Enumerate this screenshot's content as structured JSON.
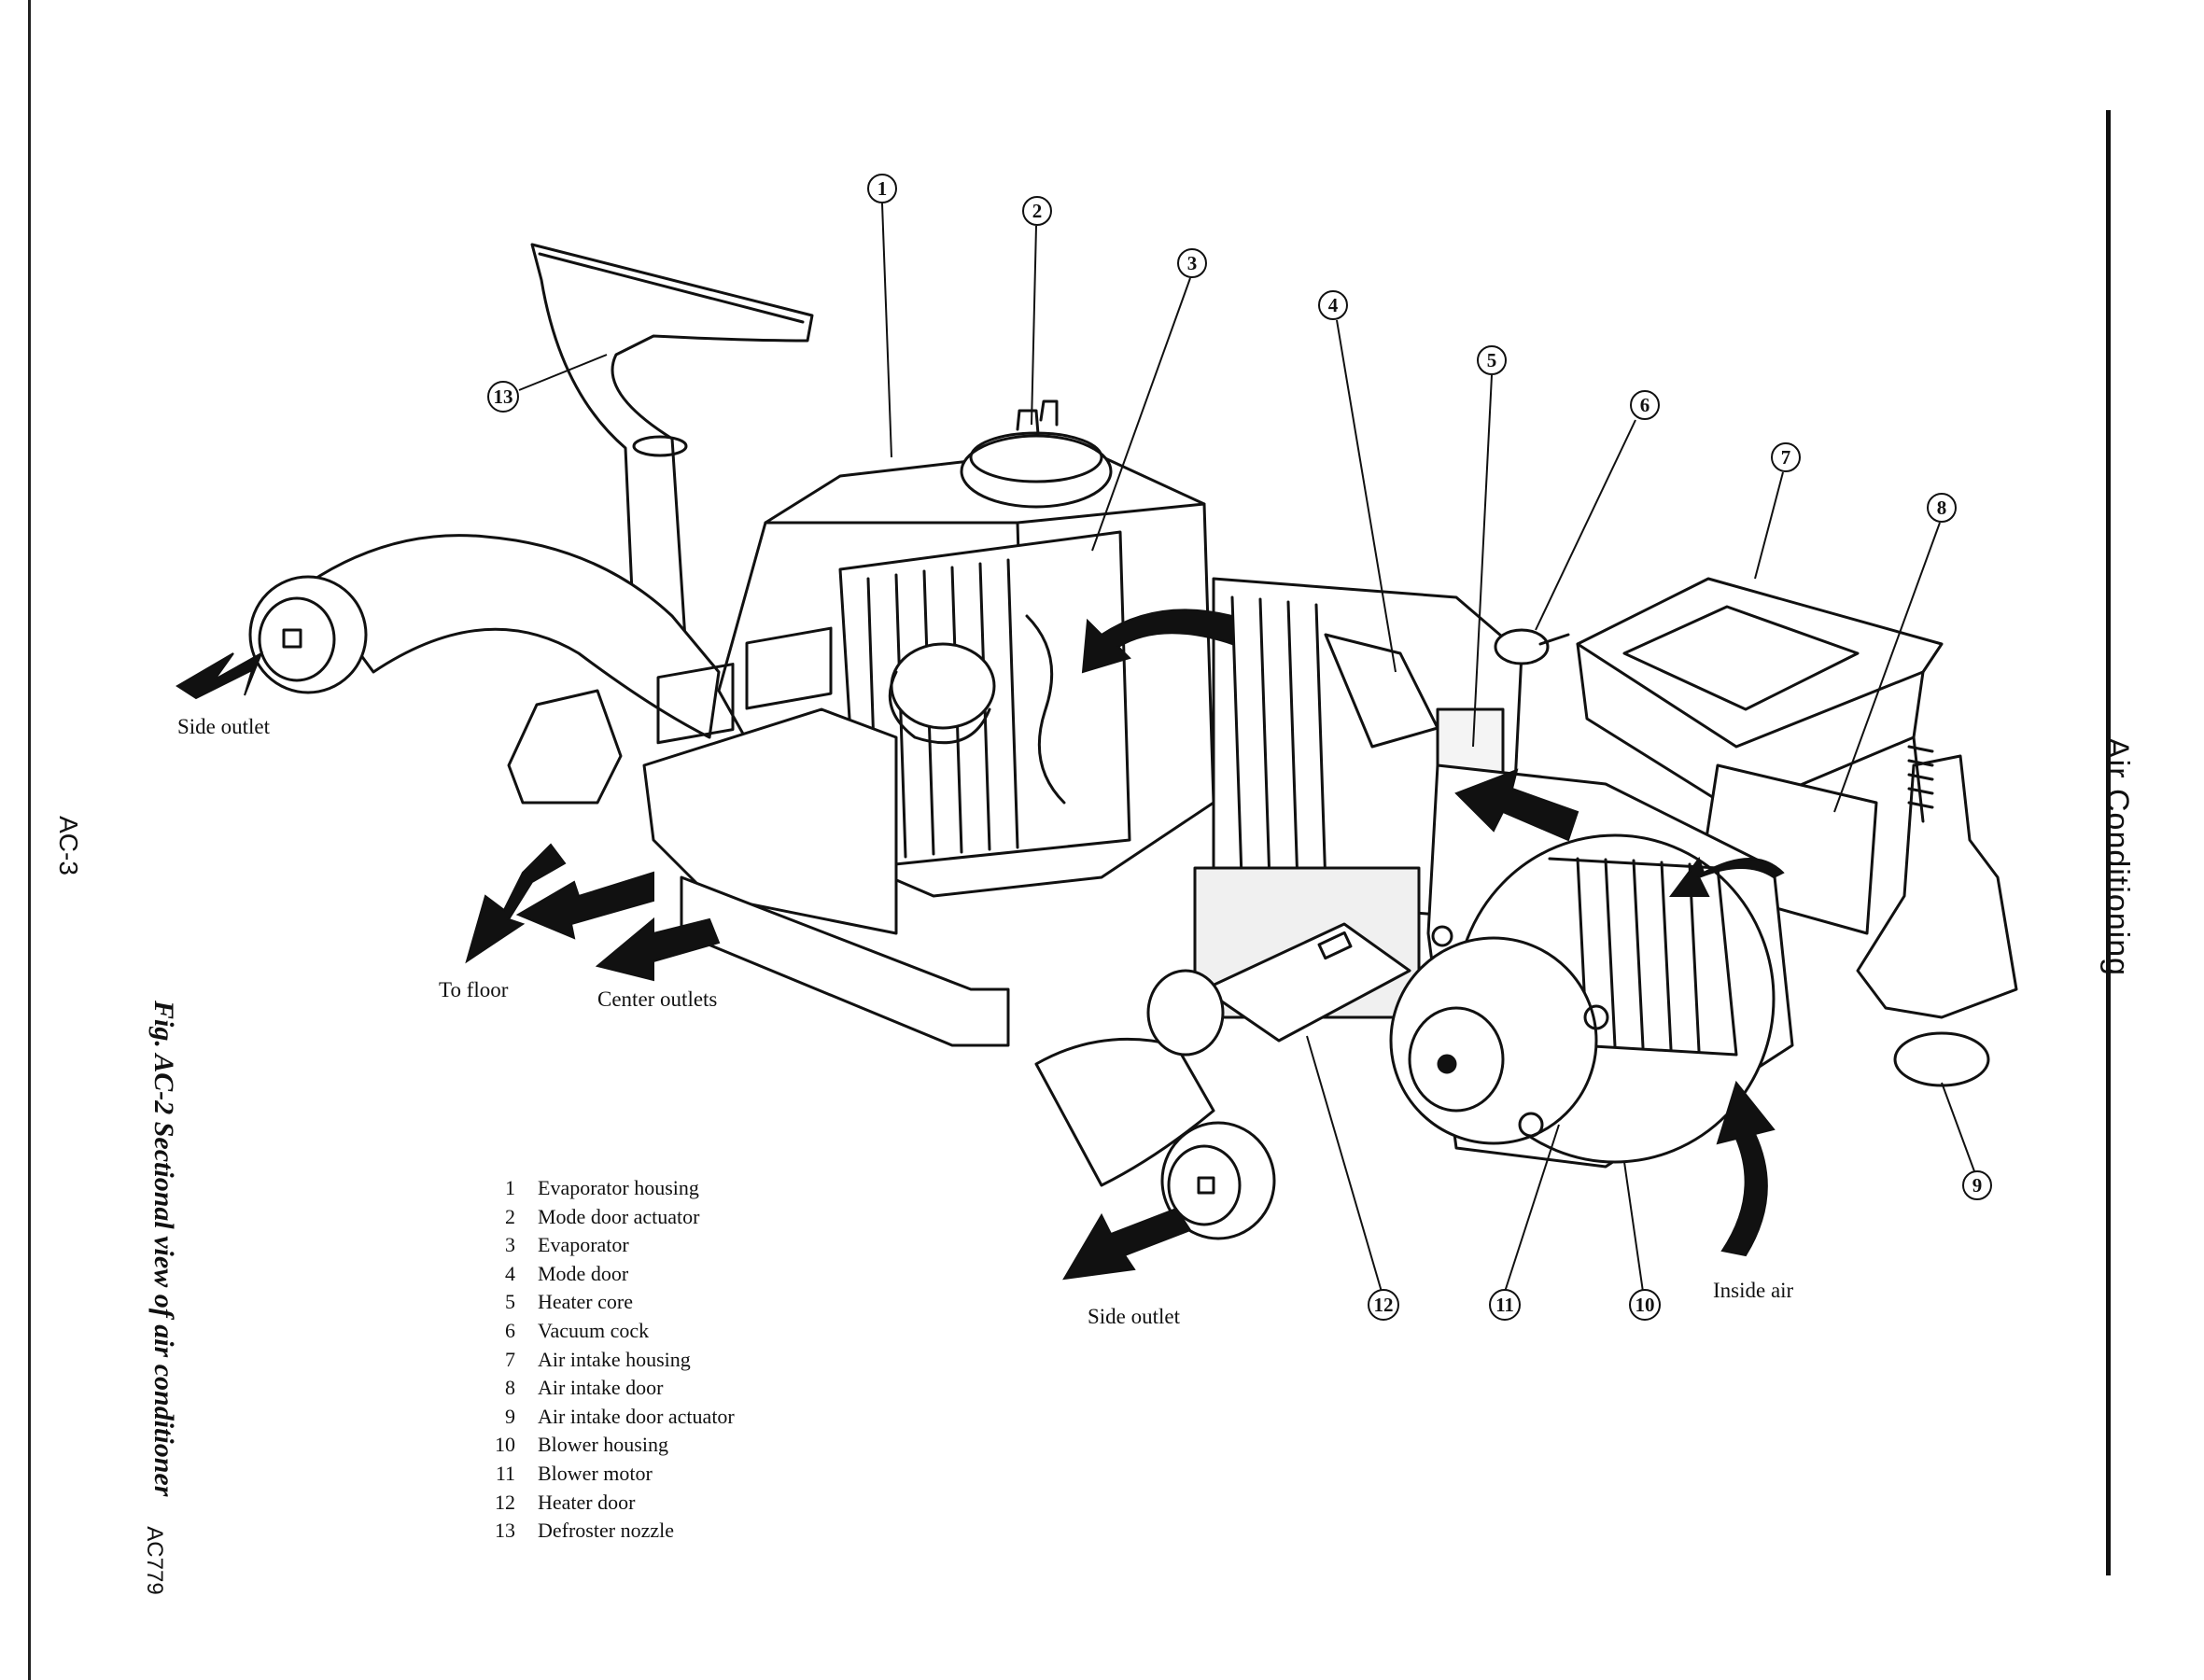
{
  "page": {
    "section_title": "Air Conditioning",
    "page_number": "AC-3",
    "figure_caption": "Fig. AC-2  Sectional view of air conditioner",
    "figure_code": "AC779"
  },
  "diagram_labels": {
    "side_outlet_left": "Side outlet",
    "to_floor": "To floor",
    "center_outlets": "Center outlets",
    "side_outlet_bottom": "Side outlet",
    "inside_air": "Inside air"
  },
  "callouts": [
    "1",
    "2",
    "3",
    "4",
    "5",
    "6",
    "7",
    "8",
    "9",
    "10",
    "11",
    "12",
    "13"
  ],
  "legend": [
    {
      "num": "1",
      "label": "Evaporator housing"
    },
    {
      "num": "2",
      "label": "Mode door actuator"
    },
    {
      "num": "3",
      "label": "Evaporator"
    },
    {
      "num": "4",
      "label": "Mode door"
    },
    {
      "num": "5",
      "label": "Heater core"
    },
    {
      "num": "6",
      "label": "Vacuum cock"
    },
    {
      "num": "7",
      "label": "Air intake housing"
    },
    {
      "num": "8",
      "label": "Air intake door"
    },
    {
      "num": "9",
      "label": "Air intake door actuator"
    },
    {
      "num": "10",
      "label": "Blower housing"
    },
    {
      "num": "11",
      "label": "Blower motor"
    },
    {
      "num": "12",
      "label": "Heater door"
    },
    {
      "num": "13",
      "label": "Defroster nozzle"
    }
  ]
}
